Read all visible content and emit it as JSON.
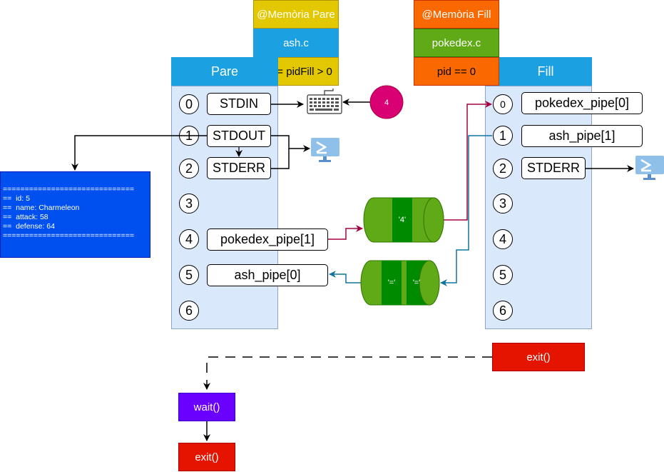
{
  "parent": {
    "memory_label": "@Memòria Pare",
    "program": "ash.c",
    "pid_condition": "pid = pidFill > 0",
    "title": "Pare",
    "fd_numbers": [
      "0",
      "1",
      "2",
      "3",
      "4",
      "5",
      "6"
    ],
    "fds": {
      "stdin": "STDIN",
      "stdout": "STDOUT",
      "stderr": "STDERR",
      "pipe_write": "pokedex_pipe[1]",
      "pipe_read": "ash_pipe[0]"
    },
    "wait_label": "wait()",
    "exit_label": "exit()"
  },
  "child": {
    "memory_label": "@Memòria Fill",
    "program": "pokedex.c",
    "pid_condition": "pid == 0",
    "title": "Fill",
    "fd_numbers": [
      "0",
      "1",
      "2",
      "3",
      "4",
      "5",
      "6"
    ],
    "fds": {
      "pipe_read": "pokedex_pipe[0]",
      "pipe_write": "ash_pipe[1]",
      "stderr": "STDERR"
    },
    "exit_label": "exit()"
  },
  "input_badge": "4",
  "pipes": {
    "pokedex_pipe_content": "'4'",
    "ash_pipe_content": [
      "'='",
      "'='"
    ]
  },
  "terminal_lines": [
    "==============================",
    "==  id: 5",
    "==  name: Charmeleon",
    "==  attack: 58",
    "==  defense: 64",
    "=============================="
  ],
  "colors": {
    "red_arrow": "#a50040",
    "blue_arrow": "#10739e",
    "pipe_green": "#60a917",
    "pipe_dark": "#008a00"
  }
}
